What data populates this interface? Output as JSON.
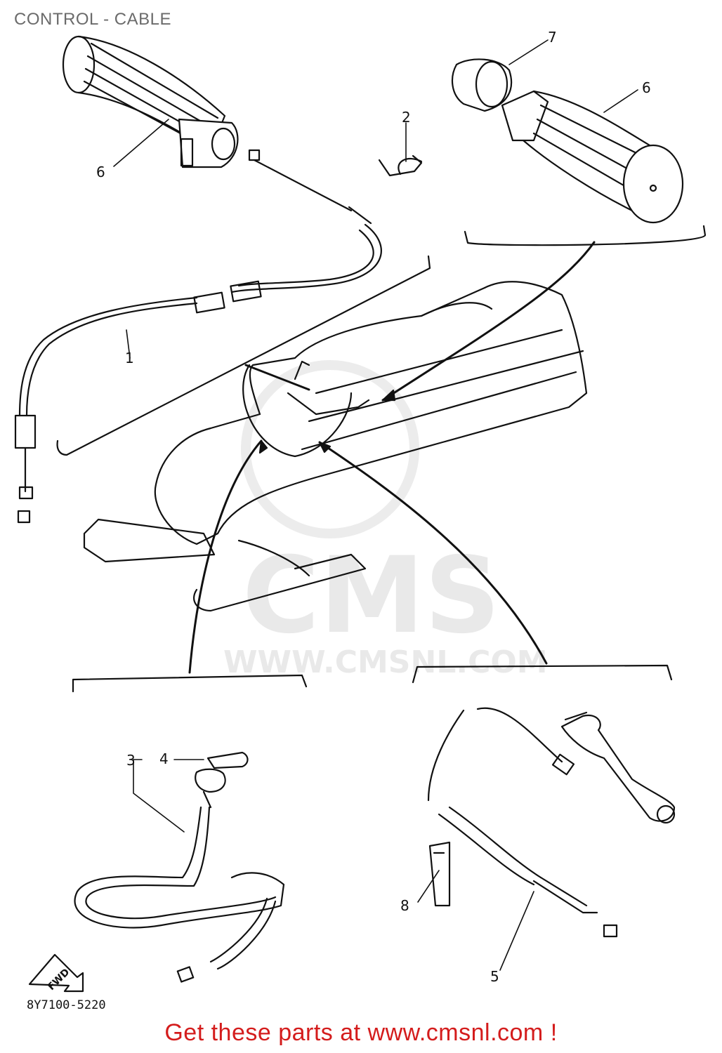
{
  "title": "CONTROL - CABLE",
  "watermark": {
    "main": "CMS",
    "url": "WWW.CMSNL.COM"
  },
  "callouts": {
    "c1": "1",
    "c2": "2",
    "c3_4": "3",
    "c4": "4",
    "c5": "5",
    "c6_left": "6",
    "c6_right": "6",
    "c7": "7",
    "c8": "8"
  },
  "direction_marker": "FWD",
  "diagram_code": "8Y7100-5220",
  "footer_text": "Get these parts at www.cmsnl.com !",
  "colors": {
    "footer": "#d41c1c",
    "title": "#6b6b6b",
    "lines": "#111111",
    "watermark": "#e9e9e9"
  }
}
